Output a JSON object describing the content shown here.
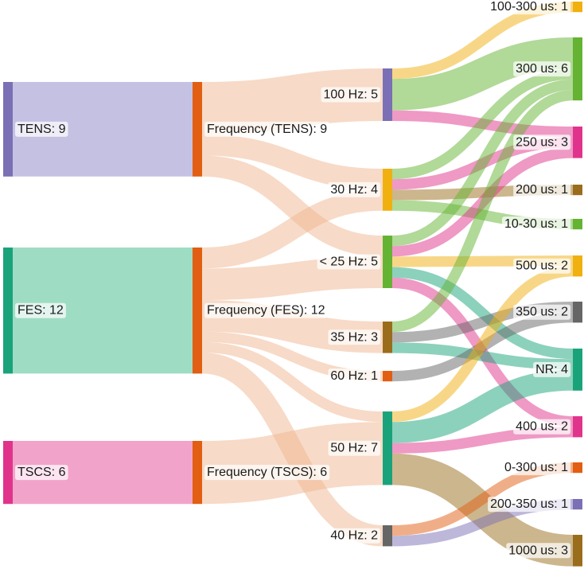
{
  "colors": {
    "tens": "#7b6fb5",
    "tens_light": "#c5c1e3",
    "fes": "#1aa37a",
    "fes_light": "#9fdcc4",
    "tscs": "#e0348c",
    "tscs_light": "#f2a3c9",
    "freq": "#e25e12",
    "link_freq": "#efb58f",
    "hz100": "#7b6fb5",
    "hz30": "#f0b010",
    "hz25": "#64b332",
    "hz35": "#9a6d1c",
    "hz60": "#e25e12",
    "hz50": "#1aa37a",
    "hz40": "#666666",
    "us100_300": "#f0b010",
    "us300": "#64b332",
    "us250": "#e0348c",
    "us200": "#9a6d1c",
    "us10_30": "#64b332",
    "us500": "#f0b010",
    "us350": "#666666",
    "nr": "#1aa37a",
    "us400": "#e0348c",
    "us0_300": "#e25e12",
    "us200_350": "#7b6fb5",
    "us1000": "#9a6d1c"
  },
  "nodes": [
    {
      "id": "tens",
      "label": "TENS: 9",
      "color": "tens"
    },
    {
      "id": "fes",
      "label": "FES: 12",
      "color": "fes"
    },
    {
      "id": "tscs",
      "label": "TSCS: 6",
      "color": "tscs"
    },
    {
      "id": "ftens",
      "label": "Frequency (TENS): 9",
      "color": "freq"
    },
    {
      "id": "ffes",
      "label": "Frequency (FES): 12",
      "color": "freq"
    },
    {
      "id": "ftscs",
      "label": "Frequency (TSCS): 6",
      "color": "freq"
    },
    {
      "id": "hz100",
      "label": "100 Hz: 5",
      "color": "hz100"
    },
    {
      "id": "hz30",
      "label": "30 Hz: 4",
      "color": "hz30"
    },
    {
      "id": "hz25",
      "label": "< 25 Hz: 5",
      "color": "hz25"
    },
    {
      "id": "hz35",
      "label": "35 Hz: 3",
      "color": "hz35"
    },
    {
      "id": "hz60",
      "label": "60 Hz: 1",
      "color": "hz60"
    },
    {
      "id": "hz50",
      "label": "50 Hz: 7",
      "color": "hz50"
    },
    {
      "id": "hz40",
      "label": "40 Hz: 2",
      "color": "hz40"
    },
    {
      "id": "us100_300",
      "label": "100-300 us: 1",
      "color": "us100_300"
    },
    {
      "id": "us300",
      "label": "300 us: 6",
      "color": "us300"
    },
    {
      "id": "us250",
      "label": "250 us: 3",
      "color": "us250"
    },
    {
      "id": "us200",
      "label": "200 us: 1",
      "color": "us200"
    },
    {
      "id": "us10_30",
      "label": "10-30 us: 1",
      "color": "us10_30"
    },
    {
      "id": "us500",
      "label": "500 us: 2",
      "color": "us500"
    },
    {
      "id": "us350",
      "label": "350 us: 2",
      "color": "us350"
    },
    {
      "id": "nr",
      "label": "NR: 4",
      "color": "nr"
    },
    {
      "id": "us400",
      "label": "400 us: 2",
      "color": "us400"
    },
    {
      "id": "us0_300",
      "label": "0-300 us: 1",
      "color": "us0_300"
    },
    {
      "id": "us200_350",
      "label": "200-350 us: 1",
      "color": "us200_350"
    },
    {
      "id": "us1000",
      "label": "1000 us: 3",
      "color": "us1000"
    }
  ],
  "links": [
    {
      "source": "tens",
      "target": "ftens",
      "value": 9,
      "color": "tens_light"
    },
    {
      "source": "fes",
      "target": "ffes",
      "value": 12,
      "color": "fes_light"
    },
    {
      "source": "tscs",
      "target": "ftscs",
      "value": 6,
      "color": "tscs_light"
    },
    {
      "source": "ftens",
      "target": "hz100",
      "value": 5,
      "color": "link_freq"
    },
    {
      "source": "ftens",
      "target": "hz30",
      "value": 2,
      "color": "link_freq"
    },
    {
      "source": "ftens",
      "target": "hz25",
      "value": 2,
      "color": "link_freq"
    },
    {
      "source": "ffes",
      "target": "hz30",
      "value": 2,
      "color": "link_freq"
    },
    {
      "source": "ffes",
      "target": "hz25",
      "value": 3,
      "color": "link_freq"
    },
    {
      "source": "ffes",
      "target": "hz35",
      "value": 3,
      "color": "link_freq"
    },
    {
      "source": "ffes",
      "target": "hz60",
      "value": 1,
      "color": "link_freq"
    },
    {
      "source": "ffes",
      "target": "hz50",
      "value": 1,
      "color": "link_freq"
    },
    {
      "source": "ffes",
      "target": "hz40",
      "value": 2,
      "color": "link_freq"
    },
    {
      "source": "ftscs",
      "target": "hz50",
      "value": 6,
      "color": "link_freq"
    },
    {
      "source": "hz100",
      "target": "us100_300",
      "value": 1,
      "color": "us100_300"
    },
    {
      "source": "hz100",
      "target": "us300",
      "value": 3,
      "color": "us300"
    },
    {
      "source": "hz100",
      "target": "us250",
      "value": 1,
      "color": "us250"
    },
    {
      "source": "hz30",
      "target": "us300",
      "value": 1,
      "color": "us300"
    },
    {
      "source": "hz30",
      "target": "us250",
      "value": 1,
      "color": "us250"
    },
    {
      "source": "hz30",
      "target": "us200",
      "value": 1,
      "color": "us200"
    },
    {
      "source": "hz30",
      "target": "us10_30",
      "value": 1,
      "color": "us10_30"
    },
    {
      "source": "hz25",
      "target": "us300",
      "value": 1,
      "color": "us300"
    },
    {
      "source": "hz25",
      "target": "us250",
      "value": 1,
      "color": "us250"
    },
    {
      "source": "hz25",
      "target": "us500",
      "value": 1,
      "color": "us500"
    },
    {
      "source": "hz25",
      "target": "nr",
      "value": 1,
      "color": "nr"
    },
    {
      "source": "hz25",
      "target": "us400",
      "value": 1,
      "color": "us400"
    },
    {
      "source": "hz35",
      "target": "us300",
      "value": 1,
      "color": "us300"
    },
    {
      "source": "hz35",
      "target": "us350",
      "value": 1,
      "color": "us350"
    },
    {
      "source": "hz35",
      "target": "nr",
      "value": 1,
      "color": "nr"
    },
    {
      "source": "hz60",
      "target": "us350",
      "value": 1,
      "color": "us350"
    },
    {
      "source": "hz50",
      "target": "us500",
      "value": 1,
      "color": "us500"
    },
    {
      "source": "hz50",
      "target": "nr",
      "value": 2,
      "color": "nr"
    },
    {
      "source": "hz50",
      "target": "us400",
      "value": 1,
      "color": "us400"
    },
    {
      "source": "hz50",
      "target": "us1000",
      "value": 3,
      "color": "us1000"
    },
    {
      "source": "hz40",
      "target": "us0_300",
      "value": 1,
      "color": "us0_300"
    },
    {
      "source": "hz40",
      "target": "us200_350",
      "value": 1,
      "color": "us200_350"
    }
  ]
}
